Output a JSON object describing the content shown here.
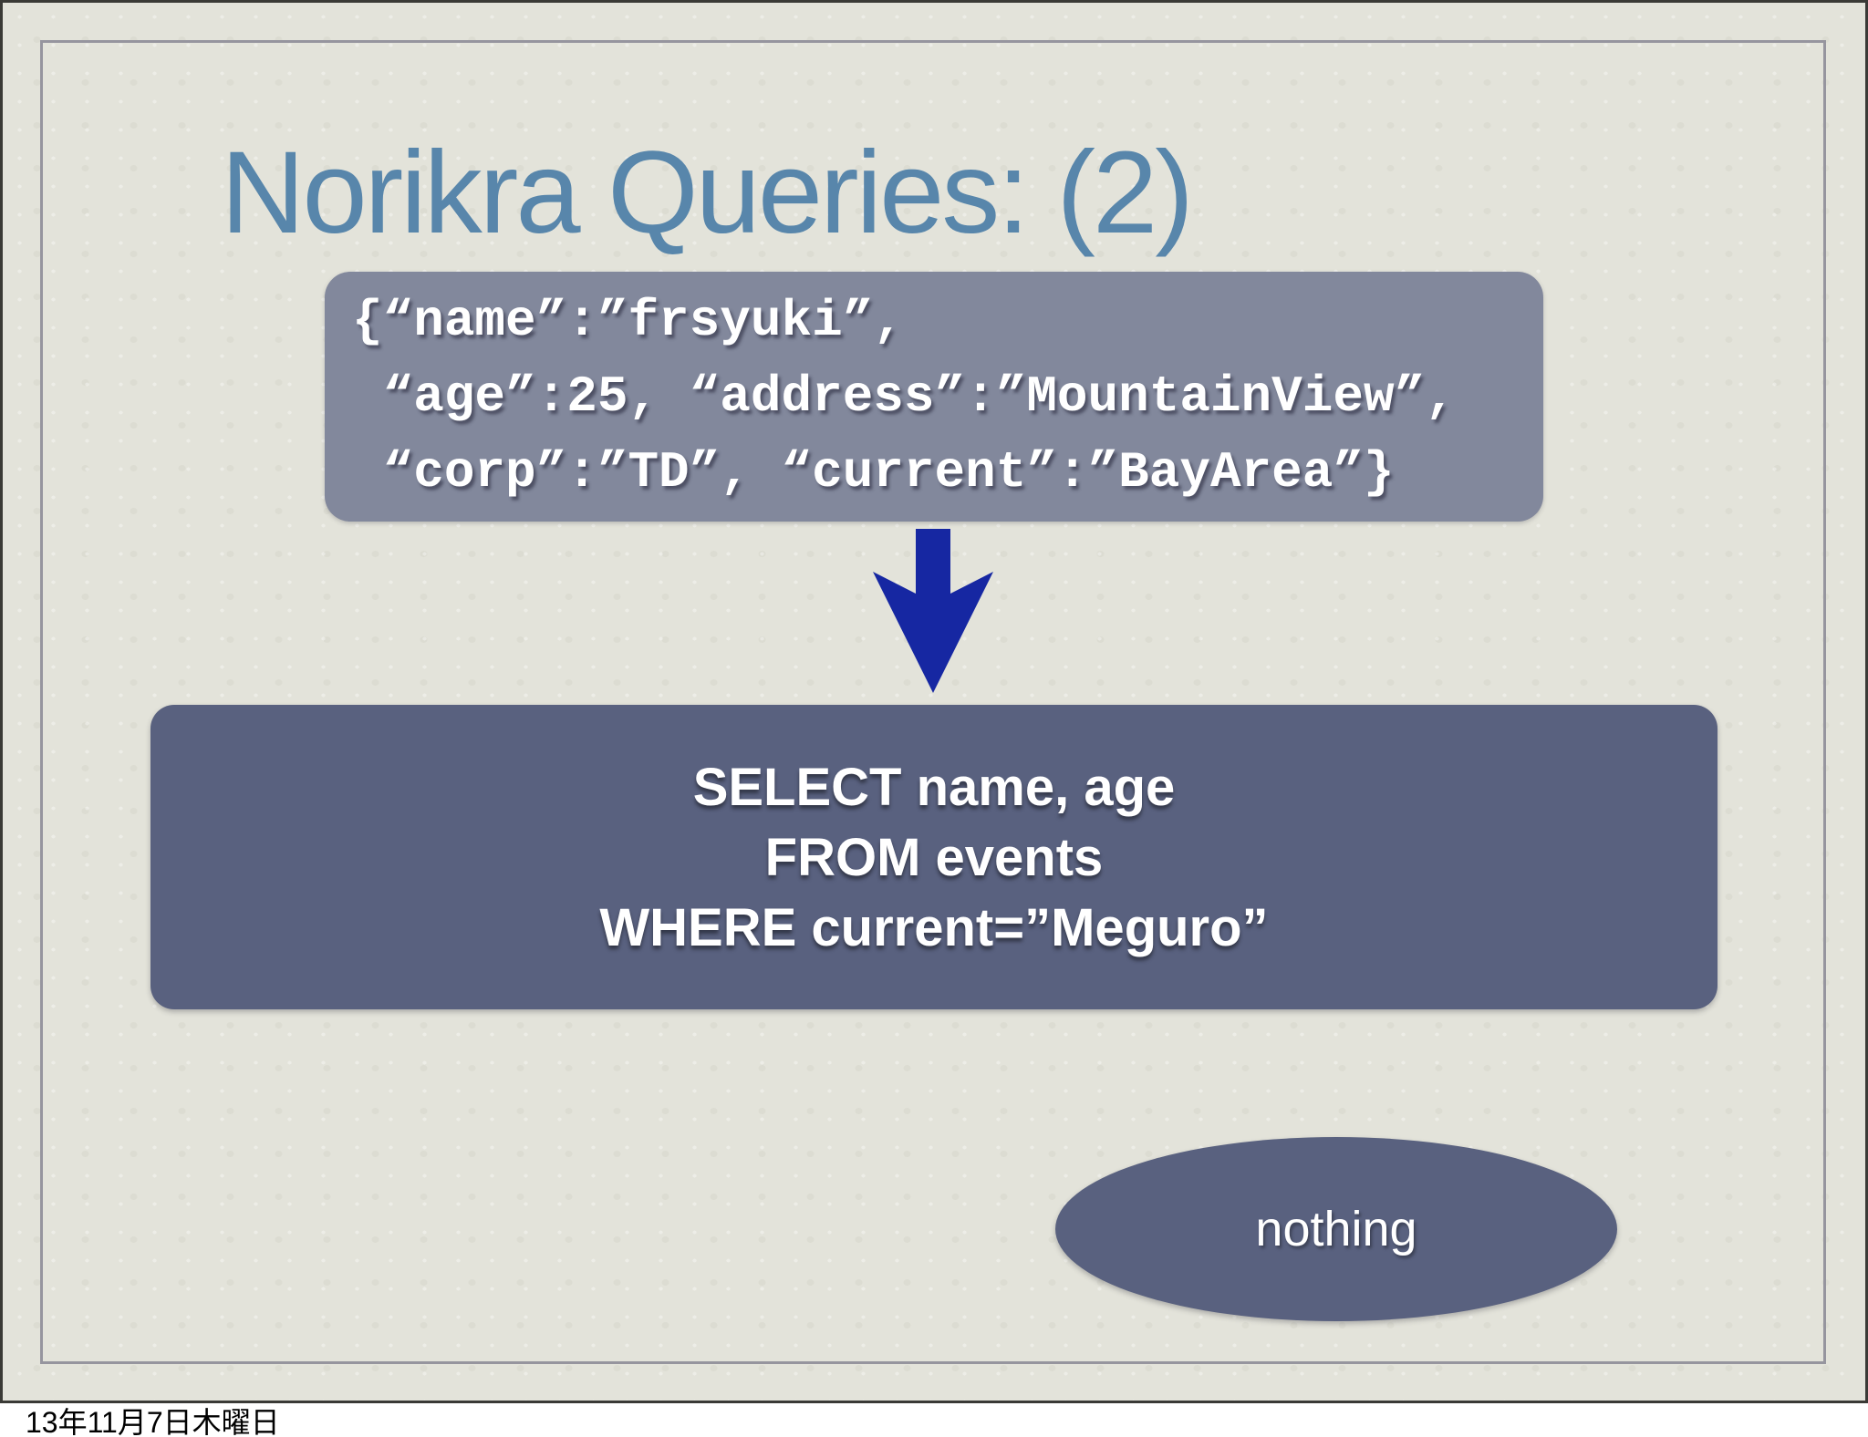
{
  "slide": {
    "title": "Norikra Queries: (2)",
    "event_json": {
      "description": "input-event-json",
      "lines": [
        "{“name”:”frsyuki”,",
        " “age”:25, “address”:”MountainView”,",
        " “corp”:”TD”, “current”:”BayArea”}"
      ]
    },
    "arrow": {
      "icon": "down-arrow-icon",
      "color": "#1627a2"
    },
    "query": {
      "lines": [
        "SELECT name, age",
        "FROM events",
        "WHERE current=”Meguro”"
      ]
    },
    "result": {
      "label": "nothing"
    },
    "colors": {
      "title": "#5886ab",
      "event_box": "#82889c",
      "query_box": "#59617f",
      "ellipse": "#59617f",
      "background": "#e3e3da",
      "frame_line": "#96959e"
    }
  },
  "footer": {
    "date": "13年11月7日木曜日"
  }
}
